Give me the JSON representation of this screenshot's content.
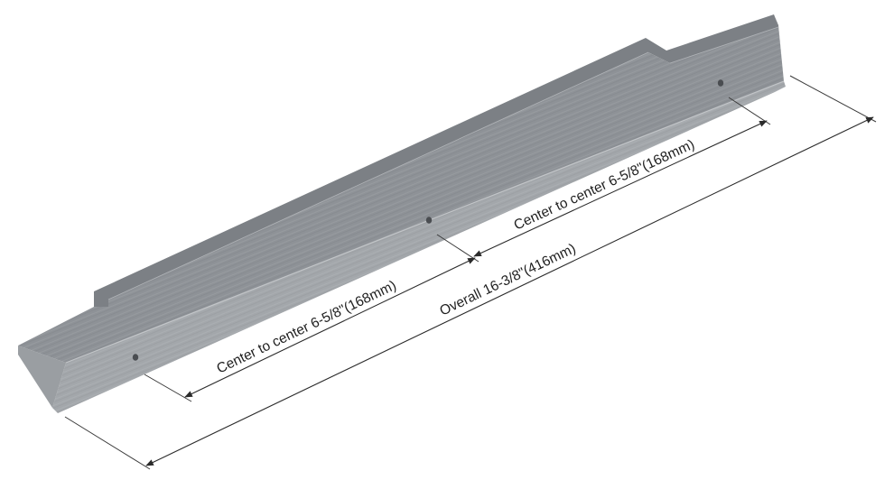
{
  "product": {
    "icon": "aluminum-edge-pull-handle",
    "colors": {
      "top_face": "#8e9297",
      "front_face": "#a3a7ab",
      "lip_face": "#7c8085",
      "end_face": "#9a9ea2",
      "hole": "#4a4d51",
      "background": "#ffffff"
    }
  },
  "dimensions": {
    "center_to_center_left": "Center to center 6-5/8\"(168mm)",
    "center_to_center_right": "Center to center 6-5/8\"(168mm)",
    "overall": "Overall 16-3/8\"(416mm)"
  }
}
